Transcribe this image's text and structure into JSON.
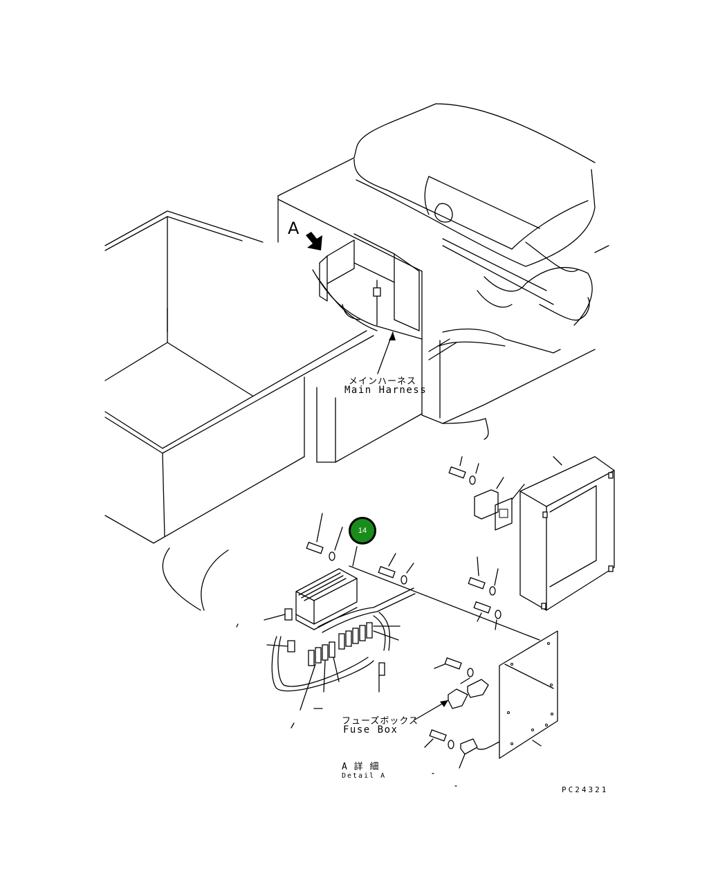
{
  "diagram": {
    "view_marker": "A",
    "callout_number": "14",
    "labels": {
      "main_harness_jp": "メインハーネス",
      "main_harness_en": "Main Harness",
      "fuse_box_jp": "フューズボックス",
      "fuse_box_en": "Fuse Box",
      "detail_jp": "A 詳 細",
      "detail_en": "Detail A",
      "drawing_code": "PC24321"
    },
    "colors": {
      "callout_fill": "#1a8c1a",
      "line": "#000000"
    }
  }
}
